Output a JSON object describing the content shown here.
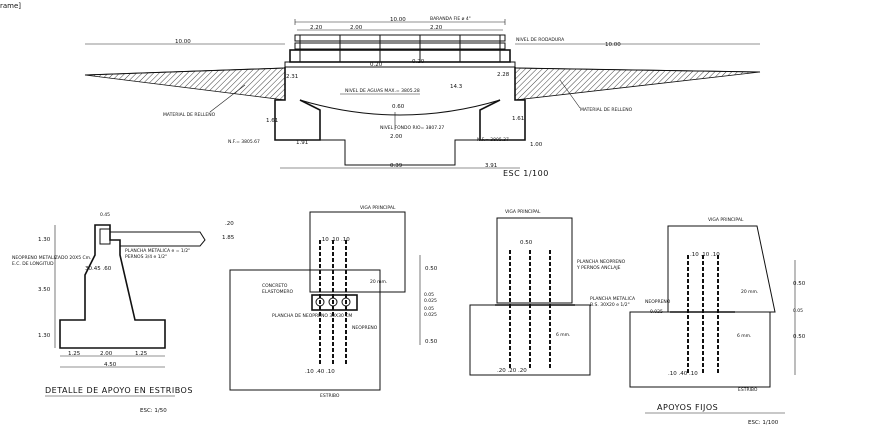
{
  "frame_label": "rame]",
  "elevation": {
    "deck_label": "BARANDA FIE ø 4\"",
    "span_top": "10.00",
    "seg_a": "2.20",
    "seg_b": "2.00",
    "seg_c": "2.20",
    "left_len": "10.00",
    "right_len": "10.00",
    "rodadura_label": "NIVEL DE RODADURA",
    "center_a": "0.20",
    "center_b": "0.20",
    "left_h": "2.31",
    "right_h": "2.28",
    "agua_label": "NIVEL DE AGUAS MAX.= 3805.28",
    "mid_h": "14.3",
    "mid_small": "0.60",
    "fondo_label": "NIVEL FONDO RIO= 3807.27",
    "mid_w": "2.00",
    "fill_left": "MATERIAL DE RELLENO",
    "fill_right": "MATERIAL DE RELLENO",
    "nf_left": "N.F.= 3805.67",
    "nf_right": "N.F.= 3805.37",
    "pier_left_h": "1.61",
    "pier_right_h": "1.61",
    "foot_left": "1.91",
    "foot_right_h": "1.00",
    "bottom_mid": "0.39",
    "bottom_right": "3.91",
    "scale": "ESC 1/100"
  },
  "abutment": {
    "top_label": "0.45",
    "side_top": ".20",
    "side_right": "1.85",
    "h1": "1.30",
    "h2": "3.50",
    "h3": "1.30",
    "neopreno_label": "NEOPRENO METALIZADO 20X5 Cm.",
    "neopreno_sub": "E.C. DE LONGITUD",
    "anclaje_label": "PLANCHA METALICA e = 1/2\"",
    "anclaje_sub": "PERNOS 3/4 e 1/2\"",
    "inner": "30.45  .60",
    "b1": "1.25",
    "b2": "2.00",
    "b3": "1.25",
    "total": "4.50",
    "title": "DETALLE DE APOYO EN ESTRIBOS",
    "scale": "ESC: 1/50"
  },
  "bearing1": {
    "top_label": "VIGA PRINCIPAL",
    "bars": ".10  .10  .10",
    "r1": "0.50",
    "r2": "0.50",
    "mid_a": "0.05",
    "mid_b": "0.025",
    "mid_c": "0.05",
    "mid_d": "0.025",
    "note_left": "CONCRETO",
    "note_left2": "ELASTOMERO",
    "note_l3": "PLANCHA DE NEOPRENO 30X30 CM",
    "note_right": "20 mm.",
    "note_right2": "NEOPRENO",
    "bottom": ".10  .40  .10",
    "foot": "ESTRIBO"
  },
  "bearing2": {
    "top_label": "VIGA PRINCIPAL",
    "width": "0.50",
    "note_a": "PLANCHA NEOPRENO",
    "note_a2": "Y PERNOS ANCLAJE",
    "note_b": "PLANCHA METALICA",
    "note_b2": "B.S. 30X20 e 1/2\"",
    "note_c": "6 mm.",
    "bottom": ".20  .20  .20"
  },
  "bearing3": {
    "top_label": "VIGA PRINCIPAL",
    "bars": ".10  .10  .10",
    "r1": "0.50",
    "r2": "0.50",
    "mid": "0.05",
    "note_a": "20 mm.",
    "note_b": "6 mm.",
    "note_c": "NEOPRENO",
    "note_l": "0.025",
    "bottom": ".10  .40  .10",
    "foot": "ESTRIBO",
    "title": "APOYOS FIJOS",
    "scale": "ESC: 1/100"
  }
}
